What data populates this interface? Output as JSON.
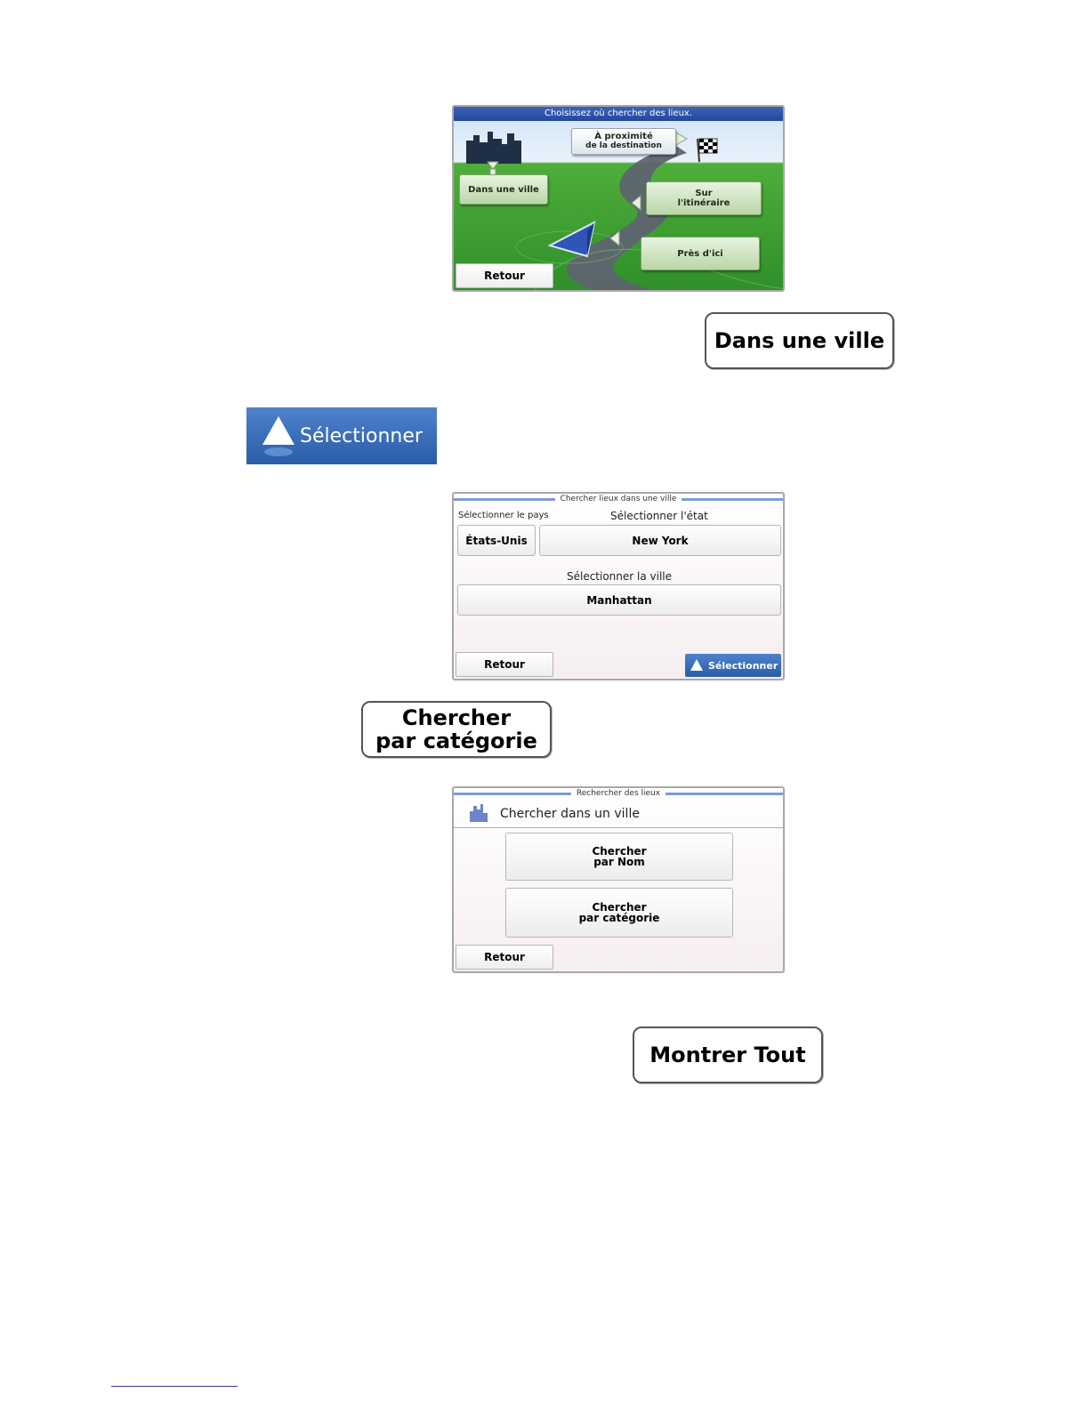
{
  "screen1": {
    "title": "Choisissez où chercher des lieux.",
    "near_destination_line1": "À proximité",
    "near_destination_line2": "de la destination",
    "in_city": "Dans une ville",
    "on_route_line1": "Sur",
    "on_route_line2": "l'itinéraire",
    "near_here": "Près d'ici",
    "back": "Retour"
  },
  "callout_city": "Dans une ville",
  "select_button": "Sélectionner",
  "screen2": {
    "title": "Chercher lieux dans une ville",
    "country_label": "Sélectionner le pays",
    "country_value": "États-Unis",
    "state_label": "Sélectionner l'état",
    "state_value": "New York",
    "city_label": "Sélectionner la ville",
    "city_value": "Manhattan",
    "back": "Retour",
    "select": "Sélectionner"
  },
  "callout_category_line1": "Chercher",
  "callout_category_line2": "par catégorie",
  "screen3": {
    "title": "Rechercher des lieux",
    "subtitle": "Chercher dans un ville",
    "by_name_line1": "Chercher",
    "by_name_line2": "par Nom",
    "by_category_line1": "Chercher",
    "by_category_line2": "par catégorie",
    "back": "Retour"
  },
  "callout_show_all": "Montrer Tout",
  "colors": {
    "accent_blue": "#2a5ca8",
    "map_green": "#2f8f2a",
    "title_bar_blue": "#22479c"
  }
}
